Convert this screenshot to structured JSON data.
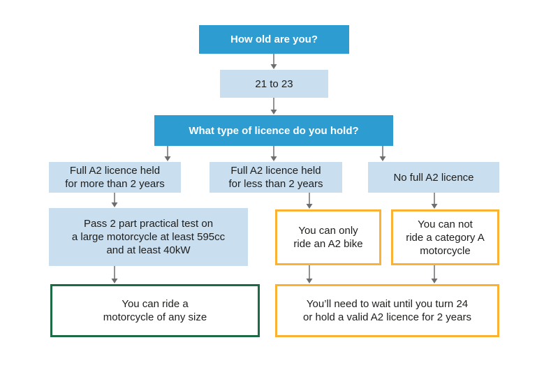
{
  "colors": {
    "blue": "#2C9CD1",
    "light-blue": "#C9DEEF",
    "yellow": "#F9B233",
    "green": "#1C6B45",
    "arrow": "#6D6E70",
    "text": "#1D1D1B",
    "background": "#FFFFFF"
  },
  "flowchart": {
    "question_age": "How old are you?",
    "age_answer": "21 to 23",
    "question_licence": "What type of licence do you hold?",
    "branch_more_than_2_years": "Full A2 licence held\nfor more than 2 years",
    "branch_less_than_2_years": "Full A2 licence held\nfor less than 2 years",
    "branch_no_licence": "No full A2 licence",
    "step_pass_test": "Pass 2 part practical test on\na large motorcycle at least 595cc\nand at least 40kW",
    "outcome_any_size": "You can ride a\nmotorcycle of any size",
    "outcome_a2_only": "You can only\nride an A2 bike",
    "outcome_no_category_a": "You can not\nride a category A\nmotorcycle",
    "outcome_wait": "You’ll need to wait until you turn 24\nor hold a valid A2 licence for 2 years"
  }
}
